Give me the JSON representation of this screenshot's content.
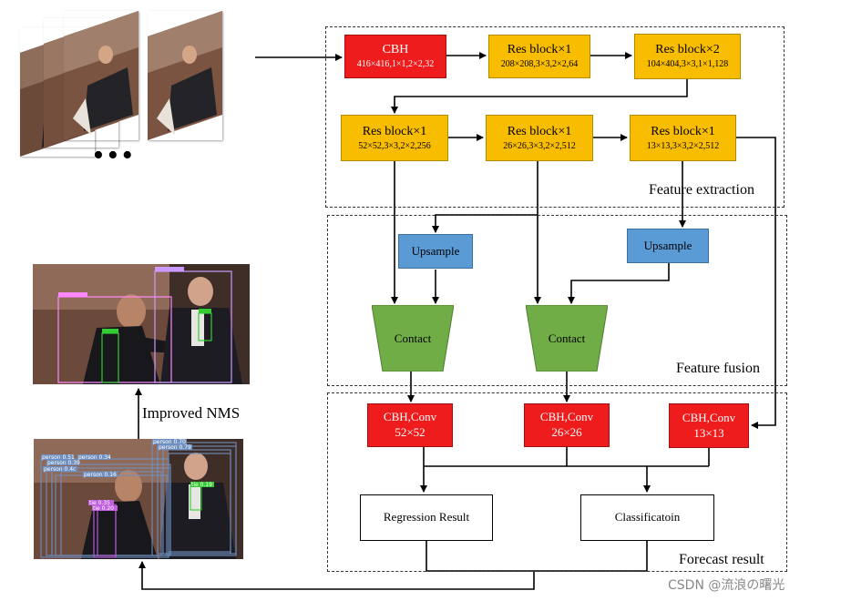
{
  "diagram": {
    "groups": {
      "feature_extraction": "Feature extraction",
      "feature_fusion": "Feature fusion",
      "forecast_result": "Forecast result"
    },
    "nodes": {
      "cbh_input": {
        "title": "CBH",
        "sub": "416×416,1×1,2×2,32"
      },
      "res1": {
        "title": "Res block×1",
        "sub": "208×208,3×3,2×2,64"
      },
      "res2": {
        "title": "Res block×2",
        "sub": "104×404,3×3,1×1,128"
      },
      "res3": {
        "title": "Res block×1",
        "sub": "52×52,3×3,2×2,256"
      },
      "res4": {
        "title": "Res block×1",
        "sub": "26×26,3×3,2×2,512"
      },
      "res5": {
        "title": "Res block×1",
        "sub": "13×13,3×3,2×2,512"
      },
      "upsample1": "Upsample",
      "upsample2": "Upsample",
      "contact1": "Contact",
      "contact2": "Contact",
      "cbh1": {
        "title": "CBH,Conv",
        "sub": "52×52"
      },
      "cbh2": {
        "title": "CBH,Conv",
        "sub": "26×26"
      },
      "cbh3": {
        "title": "CBH,Conv",
        "sub": "13×13"
      },
      "regression": "Regression Result",
      "classification": "Classificatoin"
    },
    "ellipsis": "•••",
    "improved_nms": "Improved NMS",
    "detections_final": [
      {
        "label": "person",
        "color": "#ff66ff"
      },
      {
        "label": "person",
        "color": "#cc99ff"
      },
      {
        "label": "tie",
        "color": "#33cc33"
      },
      {
        "label": "tie",
        "color": "#33cc33"
      }
    ],
    "detections_raw": [
      "person 0.51",
      "person 0.34",
      "person 0.39",
      "person 0.70",
      "person 0.79",
      "person 0.16",
      "person 0.4c",
      "tie 0.35",
      "tie 0.20",
      "tie 0.19"
    ],
    "colors": {
      "red": "#ee1c1c",
      "orange": "#f9bd00",
      "blue": "#5b9bd5",
      "green": "#70ad47",
      "box_lines": "#6f8fbf"
    }
  },
  "watermark": "CSDN @流浪の曙光"
}
